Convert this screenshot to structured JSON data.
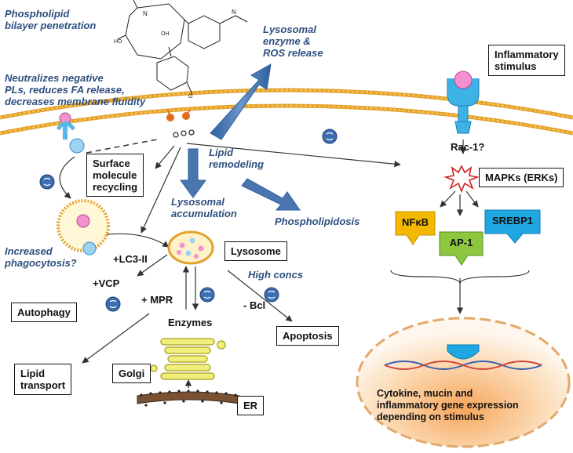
{
  "membrane_labels": {
    "phospholipid_penetration": "Phospholipid\nbilayer penetration",
    "neutralizes": "Neutralizes negative\nPLs, reduces FA release,\ndecreases membrane fluidity",
    "increased_phagocytosis": "Increased\nphagocytosis?"
  },
  "process_labels": {
    "lysosomal_release": "Lysosomal\nenzyme &\nROS release",
    "lipid_remodeling": "Lipid\nremodeling",
    "lysosomal_accumulation": "Lysosomal\naccumulation",
    "phospholipidosis": "Phospholipidosis",
    "high_concs": "High concs"
  },
  "boxes": {
    "inflammatory_stimulus": "Inflammatory\nstimulus",
    "surface_recycling": "Surface\nmolecule\nrecycling",
    "lysosome": "Lysosome",
    "autophagy": "Autophagy",
    "apoptosis": "Apoptosis",
    "lipid_transport": "Lipid\ntransport",
    "golgi": "Golgi",
    "er": "ER",
    "mapks": "MAPKs (ERKs)"
  },
  "arrow_labels": {
    "lc3": "+LC3-II",
    "vcp": "+VCP",
    "mpr": "+ MPR",
    "bcl": "- Bcl",
    "enzymes": "Enzymes",
    "rac1": "Rac-1?"
  },
  "transcription_factors": [
    {
      "label": "NFκB",
      "color": "#f5b800"
    },
    {
      "label": "AP-1",
      "color": "#8dc63f"
    },
    {
      "label": "SREBP1",
      "color": "#1ea7e1"
    }
  ],
  "nucleus_text": "Cytokine, mucin and\ninflammatory gene expression\ndepending on stimulus",
  "colors": {
    "arrow_blue": "#4a76b0",
    "membrane_orange": "#f4a300",
    "receptor_blue": "#56b8e8",
    "ligand_pink": "#f48fd0",
    "nucleus_orange": "#f7c48d",
    "golgi_yellow": "#f1ee7c",
    "drug_icon": "#3c6fb0"
  },
  "icons": [
    "drug-molecule-icon",
    "inhibitor-icon",
    "star-burst-icon"
  ]
}
